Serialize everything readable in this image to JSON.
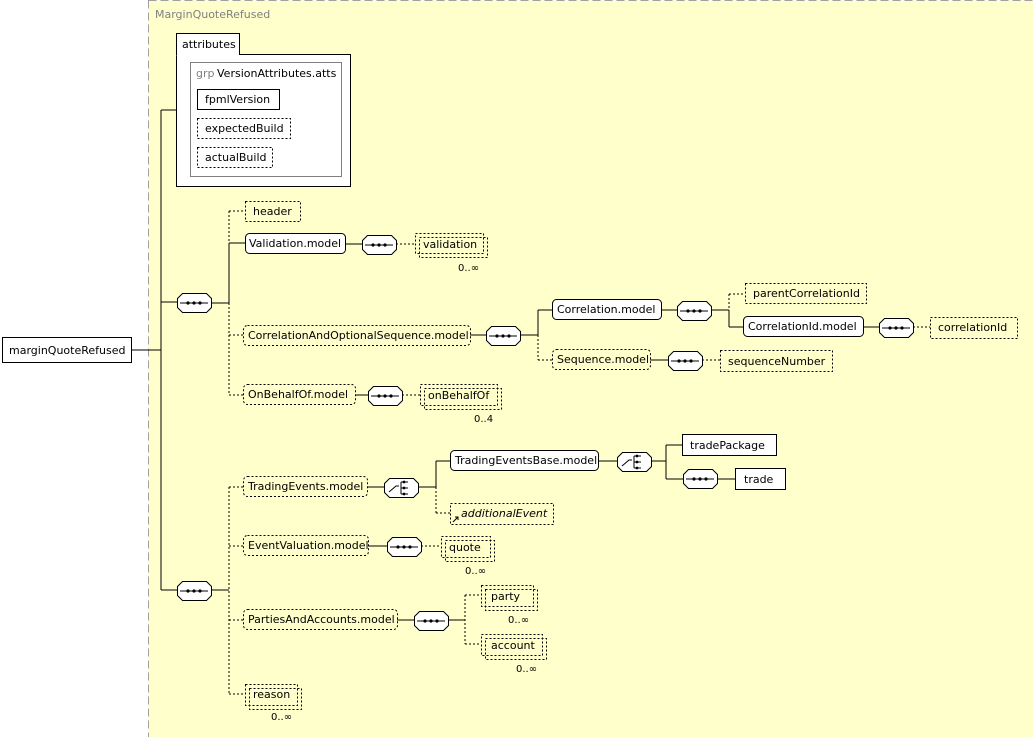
{
  "diagram": {
    "container": "MarginQuoteRefused",
    "root": "marginQuoteRefused",
    "attributes": {
      "tab": "attributes",
      "group_prefix": "grp",
      "group_name": "VersionAttributes.atts",
      "items": [
        "fpmlVersion",
        "expectedBuild",
        "actualBuild"
      ]
    },
    "nodes": {
      "header": "header",
      "validation_model": "Validation.model",
      "validation": "validation",
      "correlation_seq_model": "CorrelationAndOptionalSequence.model",
      "correlation_model": "Correlation.model",
      "parent_correlation_id": "parentCorrelationId",
      "correlation_id_model": "CorrelationId.model",
      "correlation_id": "correlationId",
      "sequence_model": "Sequence.model",
      "sequence_number": "sequenceNumber",
      "on_behalf_of_model": "OnBehalfOf.model",
      "on_behalf_of": "onBehalfOf",
      "trading_events_model": "TradingEvents.model",
      "trading_events_base_model": "TradingEventsBase.model",
      "trade_package": "tradePackage",
      "trade": "trade",
      "additional_event": "additionalEvent",
      "event_valuation_model": "EventValuation.model",
      "quote": "quote",
      "parties_accounts_model": "PartiesAndAccounts.model",
      "party": "party",
      "account": "account",
      "reason": "reason"
    },
    "cardinality": {
      "validation": "0..∞",
      "on_behalf_of": "0..4",
      "quote": "0..∞",
      "party": "0..∞",
      "account": "0..∞",
      "reason": "0..∞"
    },
    "colors": {
      "container_bg": "#ffffcc",
      "container_border": "#a0a0a0",
      "box_bg": "#ffffff"
    }
  }
}
